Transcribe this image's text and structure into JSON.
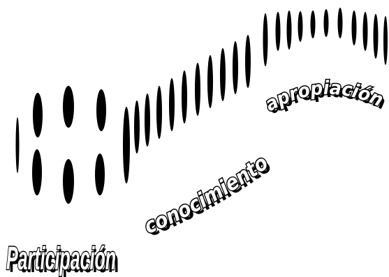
{
  "labels": {
    "participacion": "Participación",
    "conocimiento": "conocimiento",
    "apropiacion": "apropiación"
  },
  "colors": {
    "background": "#ffffff",
    "ink": "#000000",
    "text_fill": "#ffffff"
  }
}
